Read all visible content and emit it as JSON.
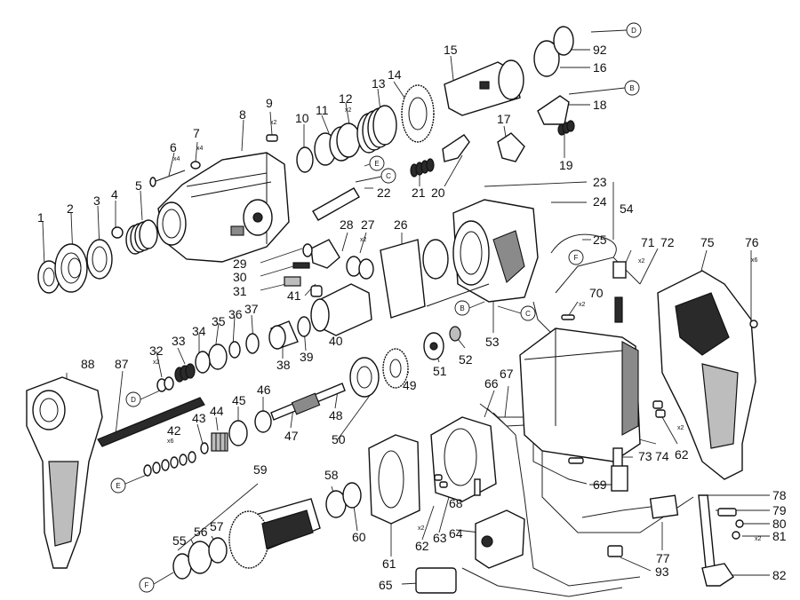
{
  "labels": [
    {
      "id": "1",
      "text": "1"
    },
    {
      "id": "2",
      "text": "2"
    },
    {
      "id": "3",
      "text": "3"
    },
    {
      "id": "4",
      "text": "4"
    },
    {
      "id": "5",
      "text": "5"
    },
    {
      "id": "6",
      "text": "6"
    },
    {
      "id": "7",
      "text": "7"
    },
    {
      "id": "8",
      "text": "8"
    },
    {
      "id": "9",
      "text": "9"
    },
    {
      "id": "10",
      "text": "10"
    },
    {
      "id": "11",
      "text": "11"
    },
    {
      "id": "12",
      "text": "12"
    },
    {
      "id": "13",
      "text": "13"
    },
    {
      "id": "14",
      "text": "14"
    },
    {
      "id": "15",
      "text": "15"
    },
    {
      "id": "16",
      "text": "16"
    },
    {
      "id": "17",
      "text": "17"
    },
    {
      "id": "18",
      "text": "18"
    },
    {
      "id": "19",
      "text": "19"
    },
    {
      "id": "20",
      "text": "20"
    },
    {
      "id": "21",
      "text": "21"
    },
    {
      "id": "22",
      "text": "22"
    },
    {
      "id": "23",
      "text": "23"
    },
    {
      "id": "24",
      "text": "24"
    },
    {
      "id": "25",
      "text": "25"
    },
    {
      "id": "26",
      "text": "26"
    },
    {
      "id": "27",
      "text": "27"
    },
    {
      "id": "28",
      "text": "28"
    },
    {
      "id": "29",
      "text": "29"
    },
    {
      "id": "30",
      "text": "30"
    },
    {
      "id": "31",
      "text": "31"
    },
    {
      "id": "32",
      "text": "32"
    },
    {
      "id": "33",
      "text": "33"
    },
    {
      "id": "34",
      "text": "34"
    },
    {
      "id": "35",
      "text": "35"
    },
    {
      "id": "36",
      "text": "36"
    },
    {
      "id": "37",
      "text": "37"
    },
    {
      "id": "38",
      "text": "38"
    },
    {
      "id": "39",
      "text": "39"
    },
    {
      "id": "40",
      "text": "40"
    },
    {
      "id": "41",
      "text": "41"
    },
    {
      "id": "42",
      "text": "42"
    },
    {
      "id": "43",
      "text": "43"
    },
    {
      "id": "44",
      "text": "44"
    },
    {
      "id": "45",
      "text": "45"
    },
    {
      "id": "46",
      "text": "46"
    },
    {
      "id": "47",
      "text": "47"
    },
    {
      "id": "48",
      "text": "48"
    },
    {
      "id": "49",
      "text": "49"
    },
    {
      "id": "50",
      "text": "50"
    },
    {
      "id": "51",
      "text": "51"
    },
    {
      "id": "52",
      "text": "52"
    },
    {
      "id": "53",
      "text": "53"
    },
    {
      "id": "54",
      "text": "54"
    },
    {
      "id": "55",
      "text": "55"
    },
    {
      "id": "56",
      "text": "56"
    },
    {
      "id": "57",
      "text": "57"
    },
    {
      "id": "58",
      "text": "58"
    },
    {
      "id": "59",
      "text": "59"
    },
    {
      "id": "60",
      "text": "60"
    },
    {
      "id": "61",
      "text": "61"
    },
    {
      "id": "62a",
      "text": "62"
    },
    {
      "id": "62b",
      "text": "62"
    },
    {
      "id": "63",
      "text": "63"
    },
    {
      "id": "64",
      "text": "64"
    },
    {
      "id": "65",
      "text": "65"
    },
    {
      "id": "66",
      "text": "66"
    },
    {
      "id": "67",
      "text": "67"
    },
    {
      "id": "68",
      "text": "68"
    },
    {
      "id": "69",
      "text": "69"
    },
    {
      "id": "70",
      "text": "70"
    },
    {
      "id": "71",
      "text": "71"
    },
    {
      "id": "72",
      "text": "72"
    },
    {
      "id": "73",
      "text": "73"
    },
    {
      "id": "74",
      "text": "74"
    },
    {
      "id": "75",
      "text": "75"
    },
    {
      "id": "76",
      "text": "76"
    },
    {
      "id": "77",
      "text": "77"
    },
    {
      "id": "78",
      "text": "78"
    },
    {
      "id": "79",
      "text": "79"
    },
    {
      "id": "80",
      "text": "80"
    },
    {
      "id": "81",
      "text": "81"
    },
    {
      "id": "82",
      "text": "82"
    },
    {
      "id": "87",
      "text": "87"
    },
    {
      "id": "88",
      "text": "88"
    },
    {
      "id": "92",
      "text": "92"
    },
    {
      "id": "93",
      "text": "93"
    }
  ],
  "quantities": [
    {
      "id": "q6",
      "text": "x4"
    },
    {
      "id": "q7",
      "text": "x4"
    },
    {
      "id": "q9",
      "text": "x2"
    },
    {
      "id": "q12",
      "text": "x2"
    },
    {
      "id": "q27",
      "text": "x2"
    },
    {
      "id": "q32",
      "text": "x2"
    },
    {
      "id": "q42",
      "text": "x6"
    },
    {
      "id": "q62a",
      "text": "x2"
    },
    {
      "id": "q62b",
      "text": "x2"
    },
    {
      "id": "q70",
      "text": "x2"
    },
    {
      "id": "q71",
      "text": "x2"
    },
    {
      "id": "q76",
      "text": "x6"
    },
    {
      "id": "q81",
      "text": "x2"
    }
  ],
  "references": [
    {
      "id": "D1",
      "text": "D"
    },
    {
      "id": "B1",
      "text": "B"
    },
    {
      "id": "E1",
      "text": "E"
    },
    {
      "id": "C1",
      "text": "C"
    },
    {
      "id": "F1",
      "text": "F"
    },
    {
      "id": "B2",
      "text": "B"
    },
    {
      "id": "C2",
      "text": "C"
    },
    {
      "id": "D2",
      "text": "D"
    },
    {
      "id": "E2",
      "text": "E"
    },
    {
      "id": "F2",
      "text": "F"
    }
  ],
  "colors": {
    "line": "#111111",
    "background": "#ffffff",
    "shade": "#2a2a2a"
  }
}
